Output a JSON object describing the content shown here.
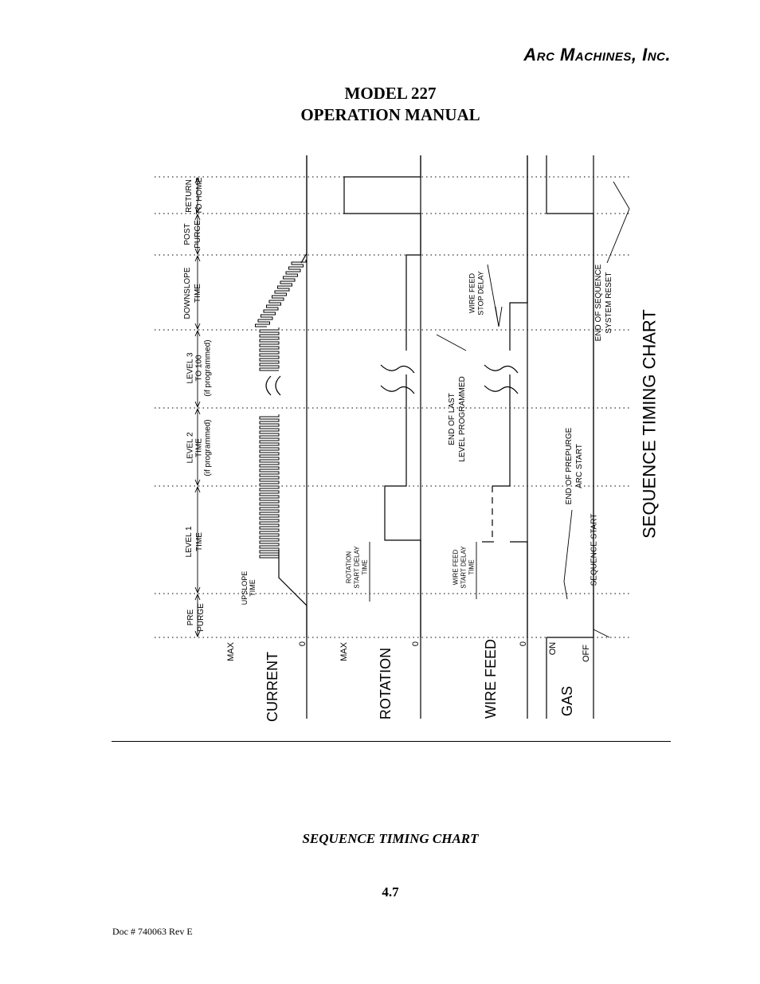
{
  "header": {
    "company": "Arc Machines, Inc.",
    "title_line1": "MODEL 227",
    "title_line2": "OPERATION MANUAL"
  },
  "diagram": {
    "title": "SEQUENCE TIMING CHART",
    "signals": {
      "current": {
        "name": "CURRENT",
        "max": "MAX",
        "zero": "0"
      },
      "rotation": {
        "name": "ROTATION",
        "max": "MAX",
        "zero": "0"
      },
      "wirefeed": {
        "name": "WIRE FEED",
        "zero": "0"
      },
      "gas": {
        "name": "GAS",
        "on": "ON",
        "off": "OFF"
      }
    },
    "phases": {
      "prepurge": [
        "PRE",
        "PURGE"
      ],
      "level1": [
        "LEVEL 1",
        "TIME"
      ],
      "level2": [
        "LEVEL 2",
        "TIME",
        "(if programmed)"
      ],
      "level3": [
        "LEVEL 3",
        "TO 100",
        "(if programmed)"
      ],
      "downslope": [
        "DOWNSLOPE",
        "TIME"
      ],
      "postpurge": [
        "POST",
        "PURGE"
      ],
      "return": [
        "RETURN",
        "TO HOME"
      ]
    },
    "annotations": {
      "upslope": [
        "UPSLOPE",
        "TIME"
      ],
      "rotation_delay": [
        "ROTATION",
        "START DELAY",
        "TIME"
      ],
      "wire_start_delay": [
        "WIRE FEED",
        "START DELAY",
        "TIME"
      ],
      "wire_stop_delay": [
        "WIRE FEED",
        "STOP DELAY"
      ],
      "end_last_level": [
        "END OF LAST",
        "LEVEL PROGRAMMED"
      ],
      "sequence_start": [
        "SEQUENCE START"
      ],
      "end_prepurge": [
        "END OF PREPURGE",
        "ARC START"
      ],
      "end_sequence": [
        "END OF SEQUENCE",
        "SYSTEM RESET"
      ]
    }
  },
  "footer": {
    "caption": "SEQUENCE TIMING CHART",
    "page_number": "4.7",
    "doc_number": "Doc # 740063 Rev E"
  }
}
